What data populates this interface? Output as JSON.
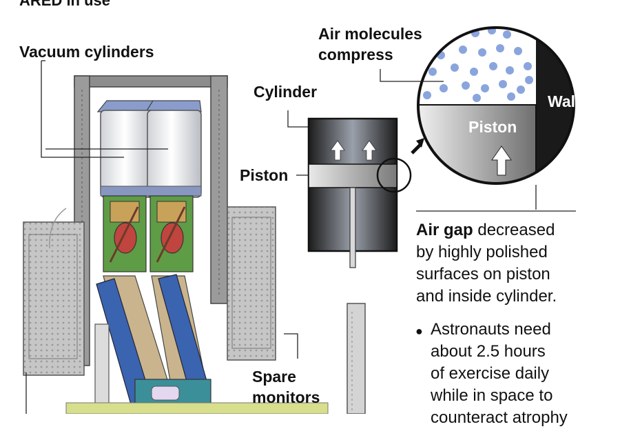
{
  "header": {
    "title": "ARED in use"
  },
  "labels": {
    "vacuum_cylinders": "Vacuum cylinders",
    "cylinder": "Cylinder",
    "piston": "Piston",
    "air_molecules_line1": "Air molecules",
    "air_molecules_line2": "compress",
    "wall": "Wall",
    "piston_detail": "Piston",
    "spare_monitors_line1": "Spare",
    "spare_monitors_line2": "monitors"
  },
  "caption": {
    "bold": "Air gap",
    "line1_rest": " decreased",
    "line2": "by highly polished",
    "line3": "surfaces on piston",
    "line4": "and inside cylinder."
  },
  "bullet": {
    "line1": "Astronauts need",
    "line2": "about 2.5 hours",
    "line3": "of exercise daily",
    "line4": "while in space to",
    "line5": "counteract atrophy"
  },
  "colors": {
    "dark": "#1a1a1a",
    "molecule": "#8aa5dd",
    "cylinder_body": "#2b2b2b",
    "machine_gray": "#b9b9b9",
    "roller_red": "#c0453e",
    "board_green": "#5f9c46",
    "arm_blue": "#3a64b0",
    "belt_tan": "#c9b48d"
  }
}
